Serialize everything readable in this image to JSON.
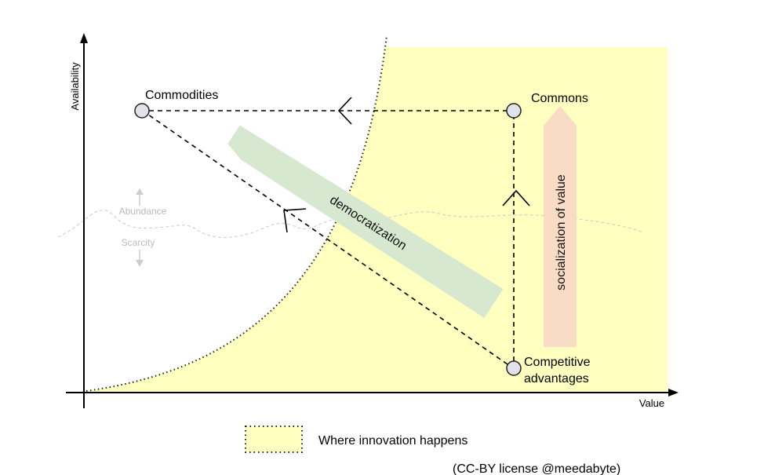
{
  "axes": {
    "y_label": "Availability",
    "x_label": "Value"
  },
  "nodes": {
    "commodities": "Commodities",
    "commons": "Commons",
    "competitive_1": "Competitive",
    "competitive_2": "advantages"
  },
  "arrows": {
    "democratization": "democratization",
    "socialization": "socialization of value"
  },
  "threshold": {
    "abundance": "Abundance",
    "scarcity": "Scarcity"
  },
  "legend": {
    "label": "Where innovation happens"
  },
  "credit": "(CC-BY license @meedabyte)",
  "colors": {
    "innovation": "#ffffc0",
    "democratization": "#d6e8d0",
    "socialization": "#f8dcc6",
    "node": "#e2e2ea"
  }
}
